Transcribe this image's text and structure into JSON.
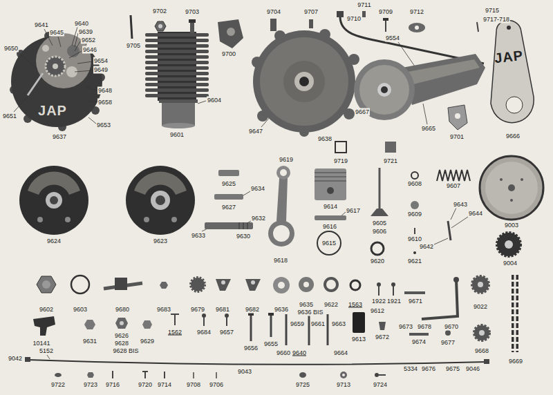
{
  "diagram": {
    "labels": [
      "9641",
      "9640",
      "9645",
      "9639",
      "9652",
      "9650",
      "9646",
      "9654",
      "9649",
      "9648",
      "9658",
      "JAP",
      "9651",
      "9653",
      "9637",
      "9705",
      "9702",
      "9703",
      "9700",
      "9704",
      "9707",
      "9711",
      "9710",
      "9709",
      "9712",
      "9715",
      "9717-718",
      "9554",
      "9604",
      "9601",
      "9647",
      "9638",
      "9667",
      "9665",
      "JAP",
      "9666",
      "9701",
      "9719",
      "9721",
      "9619",
      "9625",
      "9634",
      "9627",
      "9614",
      "9617",
      "9608",
      "9607",
      "9643",
      "9644",
      "9616",
      "9605",
      "9606",
      "9609",
      "9003",
      "9632",
      "9633",
      "9630",
      "9624",
      "9623",
      "9610",
      "9642",
      "9615",
      "9618",
      "9620",
      "9621",
      "9004",
      "9602",
      "9603",
      "9680",
      "9683",
      "9679",
      "9681",
      "9682",
      "9636",
      "9635",
      "9636 BIS",
      "9622",
      "1563",
      "1922",
      "1921",
      "9612",
      "9671",
      "9022",
      "9673",
      "9678",
      "9670",
      "10141",
      "9631",
      "9626",
      "9628",
      "9628 BIS",
      "9629",
      "1562",
      "9684",
      "9657",
      "9656",
      "9655",
      "9659",
      "9661",
      "9663",
      "9660",
      "9640",
      "9664",
      "9613",
      "9672",
      "9674",
      "9677",
      "9668",
      "5152",
      "9042",
      "9043",
      "5334",
      "9676",
      "9675",
      "9046",
      "9669",
      "9722",
      "9723",
      "9716",
      "9720",
      "9714",
      "9708",
      "9706",
      "9725",
      "9713",
      "9724"
    ]
  }
}
